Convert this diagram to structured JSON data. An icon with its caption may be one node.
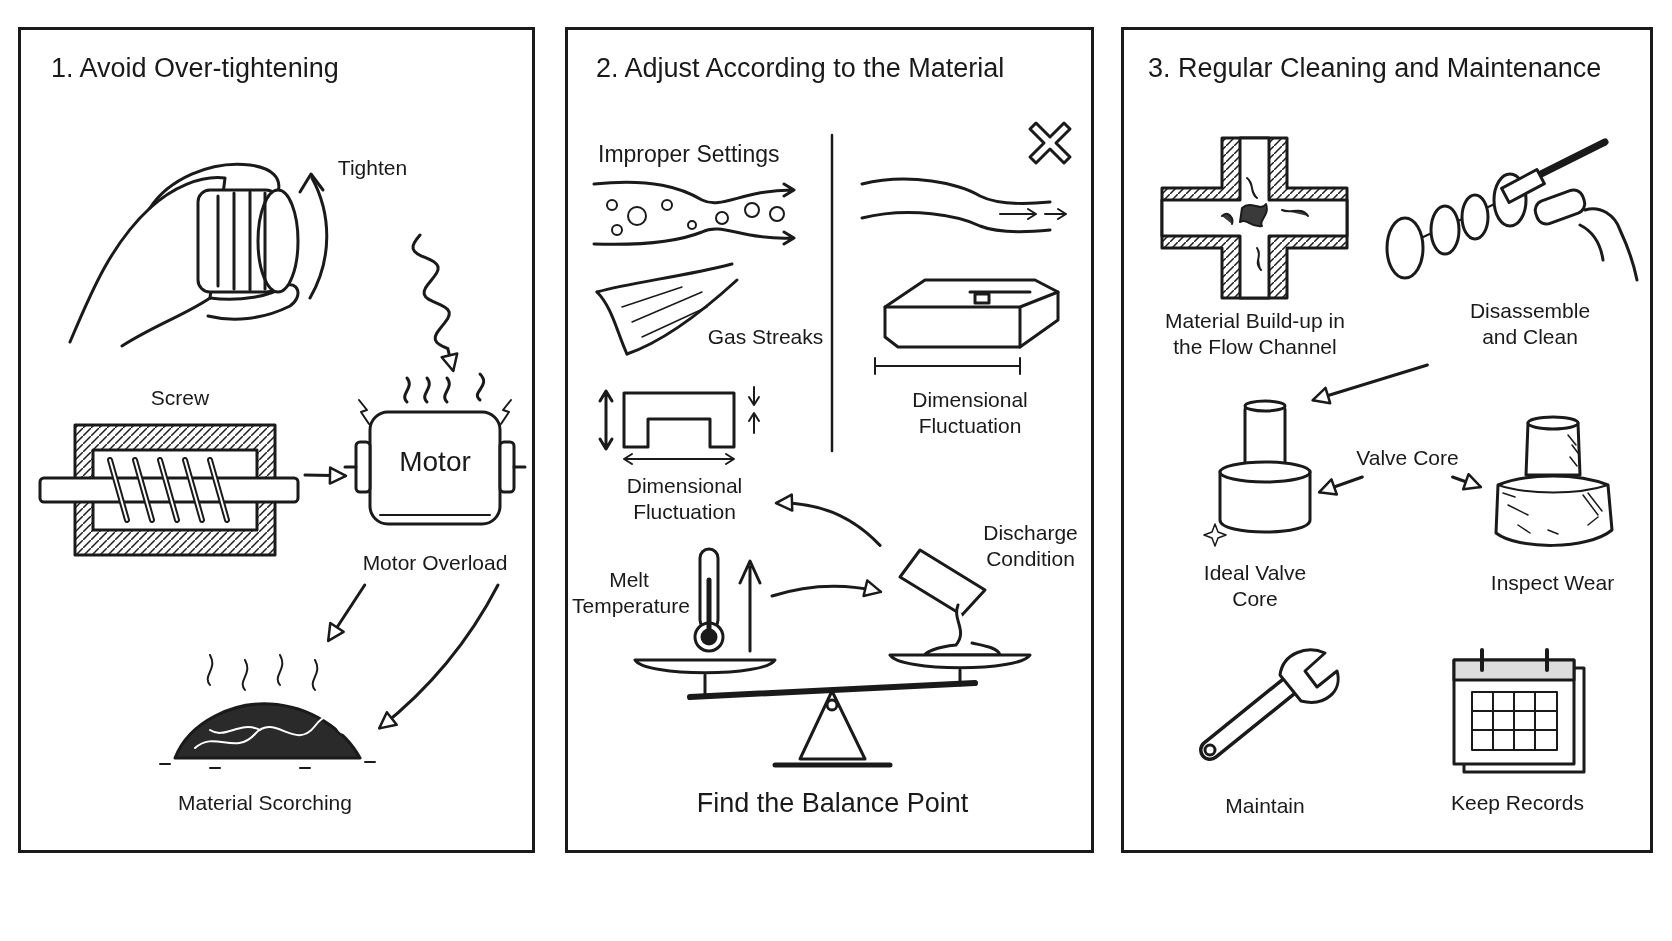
{
  "diagram": {
    "nodes": [
      {
        "text": [
          "1. Avoid Over-tightening"
        ]
      },
      {
        "text": [
          "Tighten"
        ],
        "in": 0
      },
      {
        "text": [
          "Screw"
        ],
        "in": 0
      },
      {
        "text": [
          "Motor",
          "Motor Overload"
        ],
        "in": 0
      },
      {
        "text": [
          "Material Scorching"
        ],
        "in": 0
      },
      {
        "text": [
          "2. Adjust According to the Material"
        ]
      },
      {
        "text": [
          "Gas Streaks"
        ],
        "in": 5
      },
      {
        "text": [
          "Dimensional Fluctuation"
        ],
        "in": 5
      },
      {
        "text": [
          "Dimensional Fluctuation"
        ],
        "in": 5
      },
      {
        "text": [
          "Melt Temperature"
        ],
        "in": 5
      },
      {
        "text": [
          "Discharge Condition"
        ],
        "in": 5
      },
      {
        "text": [
          "Find the Balance Point"
        ],
        "in": 5
      },
      {
        "text": [
          "3. Regular Cleaning and Maintenance"
        ]
      },
      {
        "text": [
          "Material Build-up in the Flow Channel"
        ],
        "in": 12
      },
      {
        "text": [
          "Disassemble and Clean"
        ],
        "in": 12
      },
      {
        "text": [
          "Valve Core"
        ],
        "in": 12
      },
      {
        "text": [
          "Ideal Valve Core"
        ],
        "in": 12
      },
      {
        "text": [
          "Inspect Wear"
        ],
        "in": 12
      },
      {
        "text": [
          "Maintain"
        ],
        "in": 12
      },
      {
        "text": [
          "Keep Records"
        ],
        "in": 12
      }
    ],
    "edges": [
      {
        "from": 1,
        "to": 3,
        "arrow": "to"
      },
      {
        "from": 2,
        "to": 3,
        "arrow": "to"
      },
      {
        "from": 3,
        "to": 4,
        "arrow": "to"
      },
      {
        "from": 3,
        "to": 4,
        "arrow": "to"
      },
      {
        "from": 10,
        "to": 7,
        "arrow": "to"
      },
      {
        "from": 9,
        "to": 10,
        "arrow": "to"
      },
      {
        "from": 14,
        "to": 16,
        "arrow": "to"
      },
      {
        "from": 15,
        "to": 16,
        "arrow": "to"
      },
      {
        "from": 15,
        "to": 17,
        "arrow": "to"
      }
    ],
    "labels": [
      "Improper Settings"
    ]
  }
}
